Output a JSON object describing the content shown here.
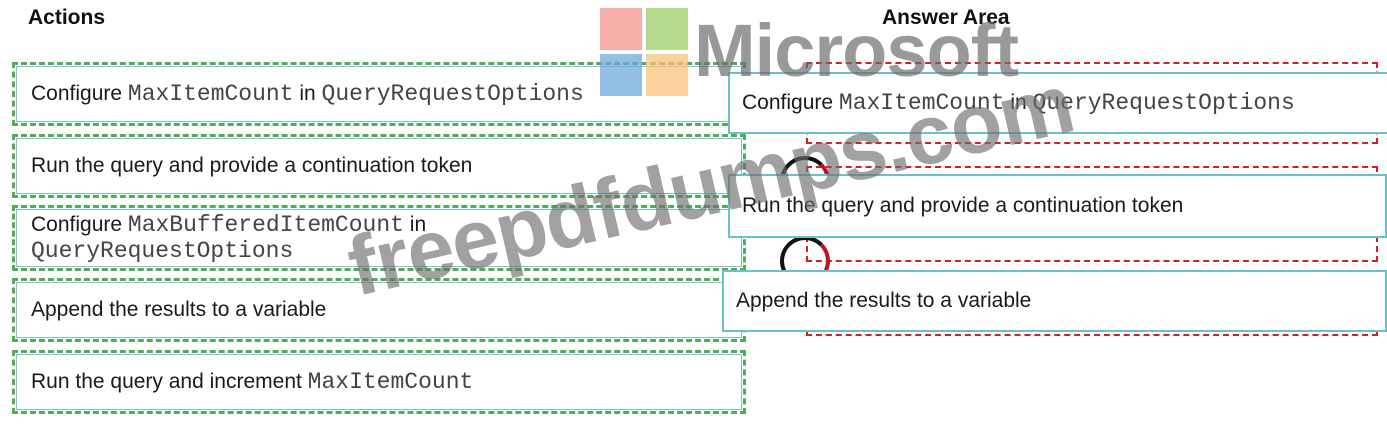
{
  "headings": {
    "actions": "Actions",
    "answer_area": "Answer Area"
  },
  "actions": [
    {
      "parts": [
        {
          "t": "Configure ",
          "mono": false
        },
        {
          "t": "MaxItemCount",
          "mono": true
        },
        {
          "t": " in ",
          "mono": false
        },
        {
          "t": "QueryRequestOptions",
          "mono": true
        }
      ]
    },
    {
      "parts": [
        {
          "t": "Run the query and provide a continuation token",
          "mono": false
        }
      ]
    },
    {
      "parts": [
        {
          "t": "Configure ",
          "mono": false
        },
        {
          "t": "MaxBufferedItemCount",
          "mono": true
        },
        {
          "t": " in",
          "mono": false
        }
      ],
      "line2": "QueryRequestOptions"
    },
    {
      "parts": [
        {
          "t": "Append the results to a variable",
          "mono": false
        }
      ]
    },
    {
      "parts": [
        {
          "t": "Run the query and increment ",
          "mono": false
        },
        {
          "t": "MaxItemCount",
          "mono": true
        }
      ]
    }
  ],
  "answers": [
    {
      "parts": [
        {
          "t": "Configure ",
          "mono": false
        },
        {
          "t": "MaxItemCount",
          "mono": true
        },
        {
          "t": " in ",
          "mono": false
        },
        {
          "t": "QueryRequestOptions",
          "mono": true
        }
      ]
    },
    {
      "parts": [
        {
          "t": "Run the query and provide a continuation token",
          "mono": false
        }
      ]
    },
    {
      "parts": [
        {
          "t": "Append the results to a variable",
          "mono": false
        }
      ]
    }
  ],
  "watermarks": {
    "brand": "Microsoft",
    "site": "freepdfdumps.com"
  },
  "colors": {
    "action_border": "#4caf50",
    "dropzone_border": "#d0202a",
    "tile_border": "#6cc0cc",
    "logo": [
      "#f1948a",
      "#9ccc65",
      "#6fa8dc",
      "#f9c27b"
    ]
  }
}
